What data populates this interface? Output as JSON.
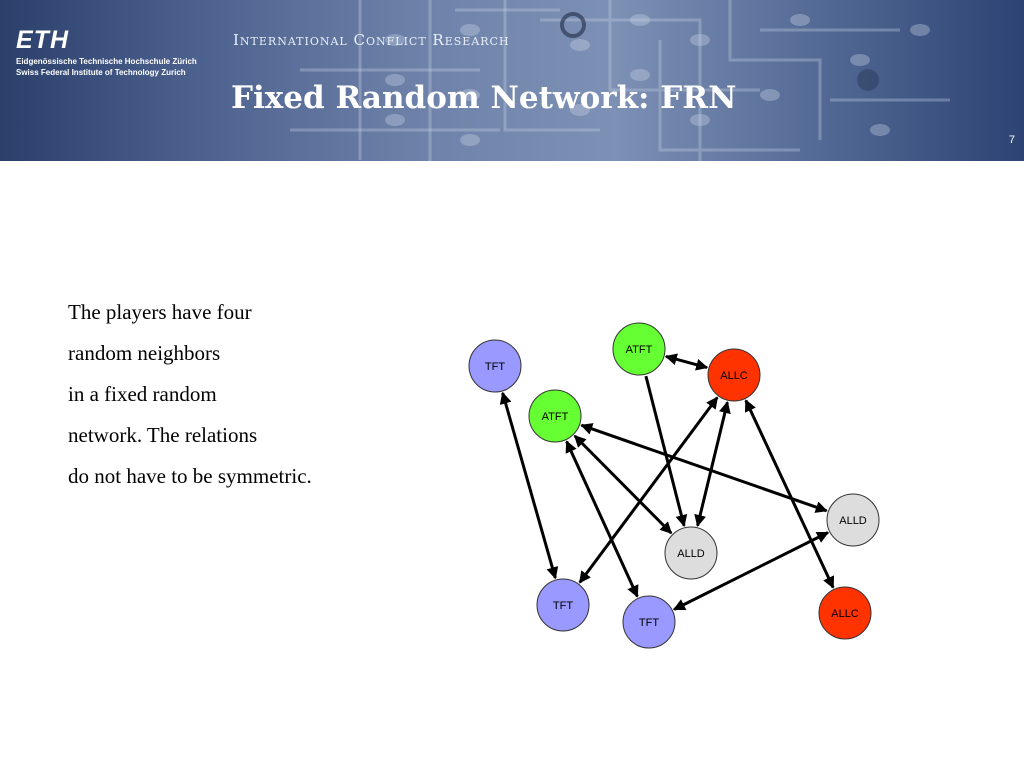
{
  "header": {
    "logo_text": "ETH",
    "logo_subtitle_1": "Eidgenössische Technische Hochschule Zürich",
    "logo_subtitle_2": "Swiss Federal Institute of Technology Zurich",
    "department": "International Conflict Research",
    "slide_title": "Fixed Random Network: FRN",
    "page_number": "7"
  },
  "body": {
    "lines": [
      "The players have four",
      "random neighbors",
      "in a fixed random",
      "network. The relations",
      "do not have to be symmetric."
    ]
  },
  "colors": {
    "TFT": "#9999ff",
    "ATFT": "#66ff33",
    "ALLC": "#ff3300",
    "ALLD": "#dddddd"
  },
  "network": {
    "nodes": [
      {
        "id": "tft1",
        "label": "TFT"
      },
      {
        "id": "atft1",
        "label": "ATFT"
      },
      {
        "id": "allc1",
        "label": "ALLC"
      },
      {
        "id": "atft2",
        "label": "ATFT"
      },
      {
        "id": "alld1",
        "label": "ALLD"
      },
      {
        "id": "alld2",
        "label": "ALLD"
      },
      {
        "id": "tft2",
        "label": "TFT"
      },
      {
        "id": "tft3",
        "label": "TFT"
      },
      {
        "id": "allc2",
        "label": "ALLC"
      }
    ],
    "edges": [
      {
        "from": "tft1",
        "to": "tft2",
        "directed": "both"
      },
      {
        "from": "atft1",
        "to": "allc1",
        "directed": "both"
      },
      {
        "from": "atft1",
        "to": "alld2",
        "directed": "to"
      },
      {
        "from": "allc1",
        "to": "tft2",
        "directed": "both"
      },
      {
        "from": "allc1",
        "to": "alld2",
        "directed": "both"
      },
      {
        "from": "allc1",
        "to": "allc2",
        "directed": "both"
      },
      {
        "from": "atft2",
        "to": "alld1",
        "directed": "both"
      },
      {
        "from": "atft2",
        "to": "alld2",
        "directed": "both"
      },
      {
        "from": "atft2",
        "to": "tft3",
        "directed": "both"
      },
      {
        "from": "alld1",
        "to": "tft3",
        "directed": "both"
      }
    ]
  }
}
